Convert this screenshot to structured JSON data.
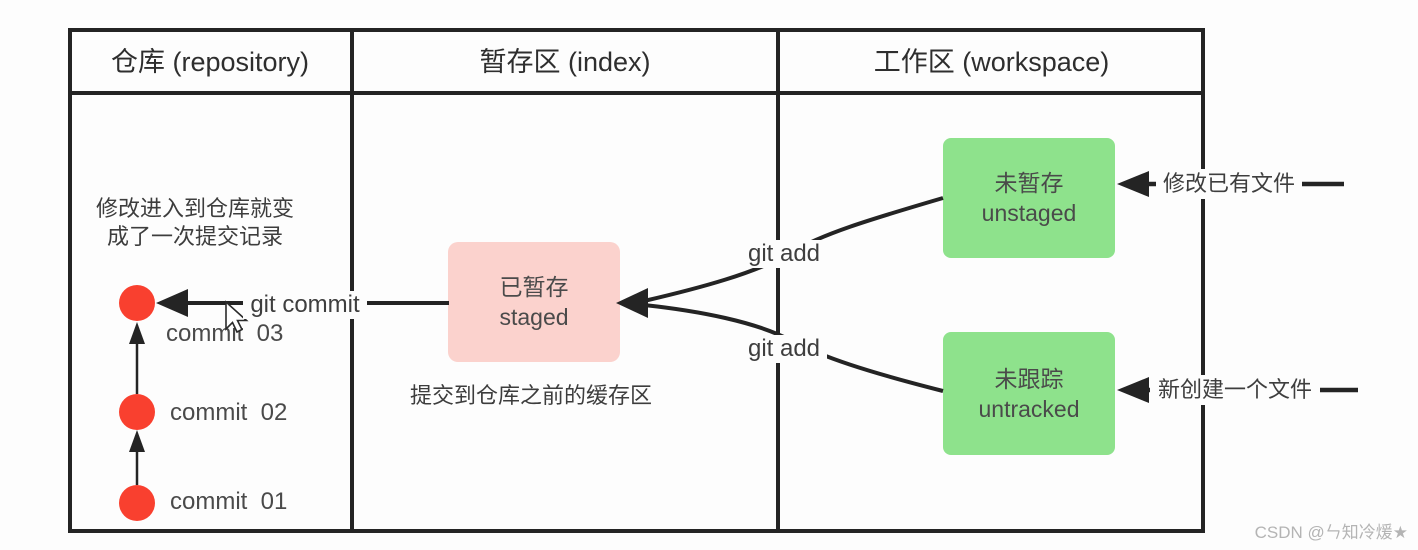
{
  "table": {
    "columns": [
      {
        "id": "repository",
        "header": "仓库 (repository)"
      },
      {
        "id": "index",
        "header": "暂存区 (index)"
      },
      {
        "id": "workspace",
        "header": "工作区 (workspace)"
      }
    ]
  },
  "repository": {
    "note_line1": "修改进入到仓库就变",
    "note_line2": "成了一次提交记录",
    "commits": [
      {
        "label": "commit  03"
      },
      {
        "label": "commit  02"
      },
      {
        "label": "commit  01"
      }
    ]
  },
  "index": {
    "staged_box": {
      "line1": "已暂存",
      "line2": "staged"
    },
    "caption": "提交到仓库之前的缓存区"
  },
  "workspace": {
    "unstaged_box": {
      "line1": "未暂存",
      "line2": "unstaged"
    },
    "untracked_box": {
      "line1": "未跟踪",
      "line2": "untracked"
    }
  },
  "arrows": {
    "git_commit_label": "git commit",
    "git_add_top_label": "git add",
    "git_add_bottom_label": "git add",
    "modify_existing_label": "修改已有文件",
    "create_new_label": "新创建一个文件"
  },
  "watermark": "CSDN @ㄣ知冷煖★",
  "colors": {
    "commit_red": "#f9402f",
    "staged_pink": "#fbd2cd",
    "workspace_green": "#8ee28c",
    "line_dark": "#242424",
    "watermark_gray": "#b4b4b4"
  }
}
